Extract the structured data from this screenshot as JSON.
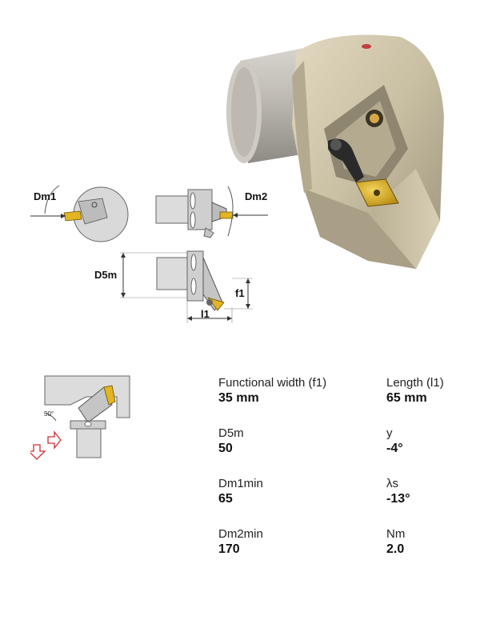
{
  "diagram": {
    "dm1": "Dm1",
    "dm2": "Dm2",
    "d5m": "D5m",
    "f1": "f1",
    "l1": "l1"
  },
  "mounting": {
    "angle": "50°"
  },
  "specs": [
    {
      "name": "Functional width (f1)",
      "value": "35 mm"
    },
    {
      "name": "Length (l1)",
      "value": "65 mm"
    },
    {
      "name": "D5m",
      "value": "50"
    },
    {
      "name": "y",
      "value": "-4°"
    },
    {
      "name": "Dm1min",
      "value": "65"
    },
    {
      "name": "λs",
      "value": "-13°"
    },
    {
      "name": "Dm2min",
      "value": "170"
    },
    {
      "name": "Nm",
      "value": "2.0"
    }
  ],
  "colors": {
    "tool_body": "#c9bfa3",
    "shank": "#b9b4ac",
    "insert": "#e3b423",
    "arrow": "#d03030"
  }
}
